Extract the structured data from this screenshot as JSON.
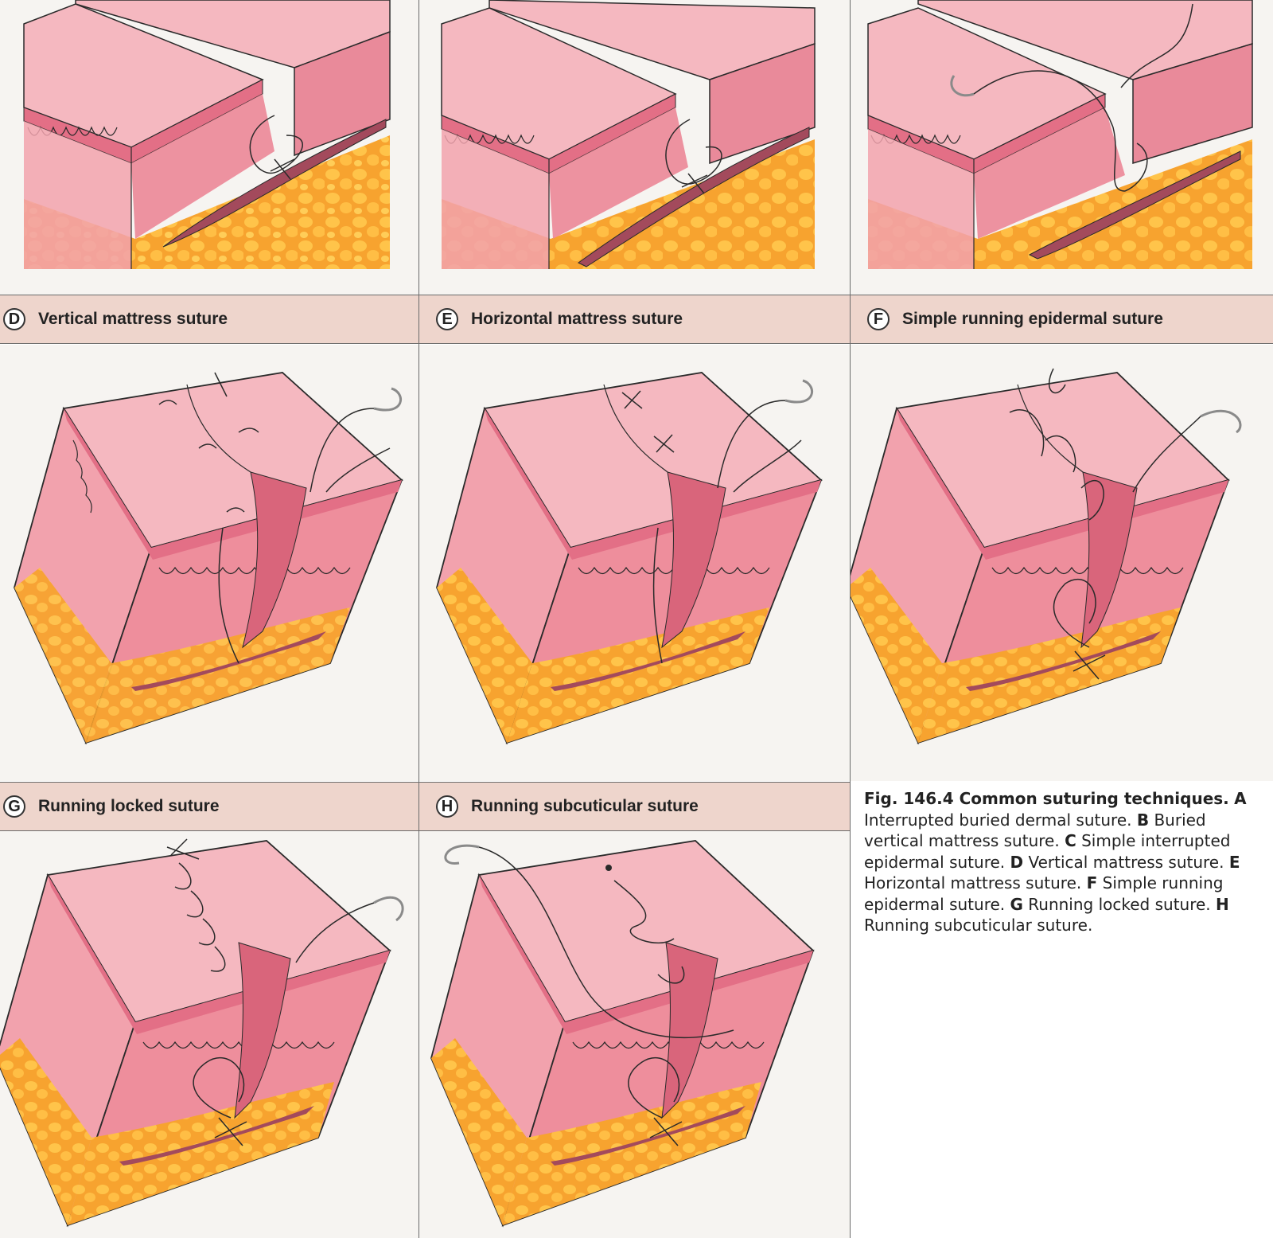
{
  "panels": [
    {
      "letter": "D",
      "title": "Vertical mattress suture"
    },
    {
      "letter": "E",
      "title": "Horizontal mattress suture"
    },
    {
      "letter": "F",
      "title": "Simple running epidermal suture"
    },
    {
      "letter": "G",
      "title": "Running locked suture"
    },
    {
      "letter": "H",
      "title": "Running subcuticular suture"
    }
  ],
  "caption": {
    "figure": "Fig. 146.4 Common suturing techniques.",
    "items": [
      {
        "letter": "A",
        "text": "Interrupted buried dermal suture."
      },
      {
        "letter": "B",
        "text": "Buried vertical mattress suture."
      },
      {
        "letter": "C",
        "text": "Simple interrupted epidermal suture."
      },
      {
        "letter": "D",
        "text": "Vertical mattress suture."
      },
      {
        "letter": "E",
        "text": "Horizontal mattress suture."
      },
      {
        "letter": "F",
        "text": "Simple running epidermal suture."
      },
      {
        "letter": "G",
        "text": "Running locked suture."
      },
      {
        "letter": "H",
        "text": "Running subcuticular suture."
      }
    ]
  },
  "colors": {
    "skin_top": "#f5b8c0",
    "skin_side": "#ef93a0",
    "dermis": "#e77c8d",
    "fat": "#f8a530",
    "fat_light": "#ffcf59",
    "suture": "#2a2a2a",
    "label_bar": "#eed5cc",
    "panel_bg": "#f6f4f1"
  }
}
